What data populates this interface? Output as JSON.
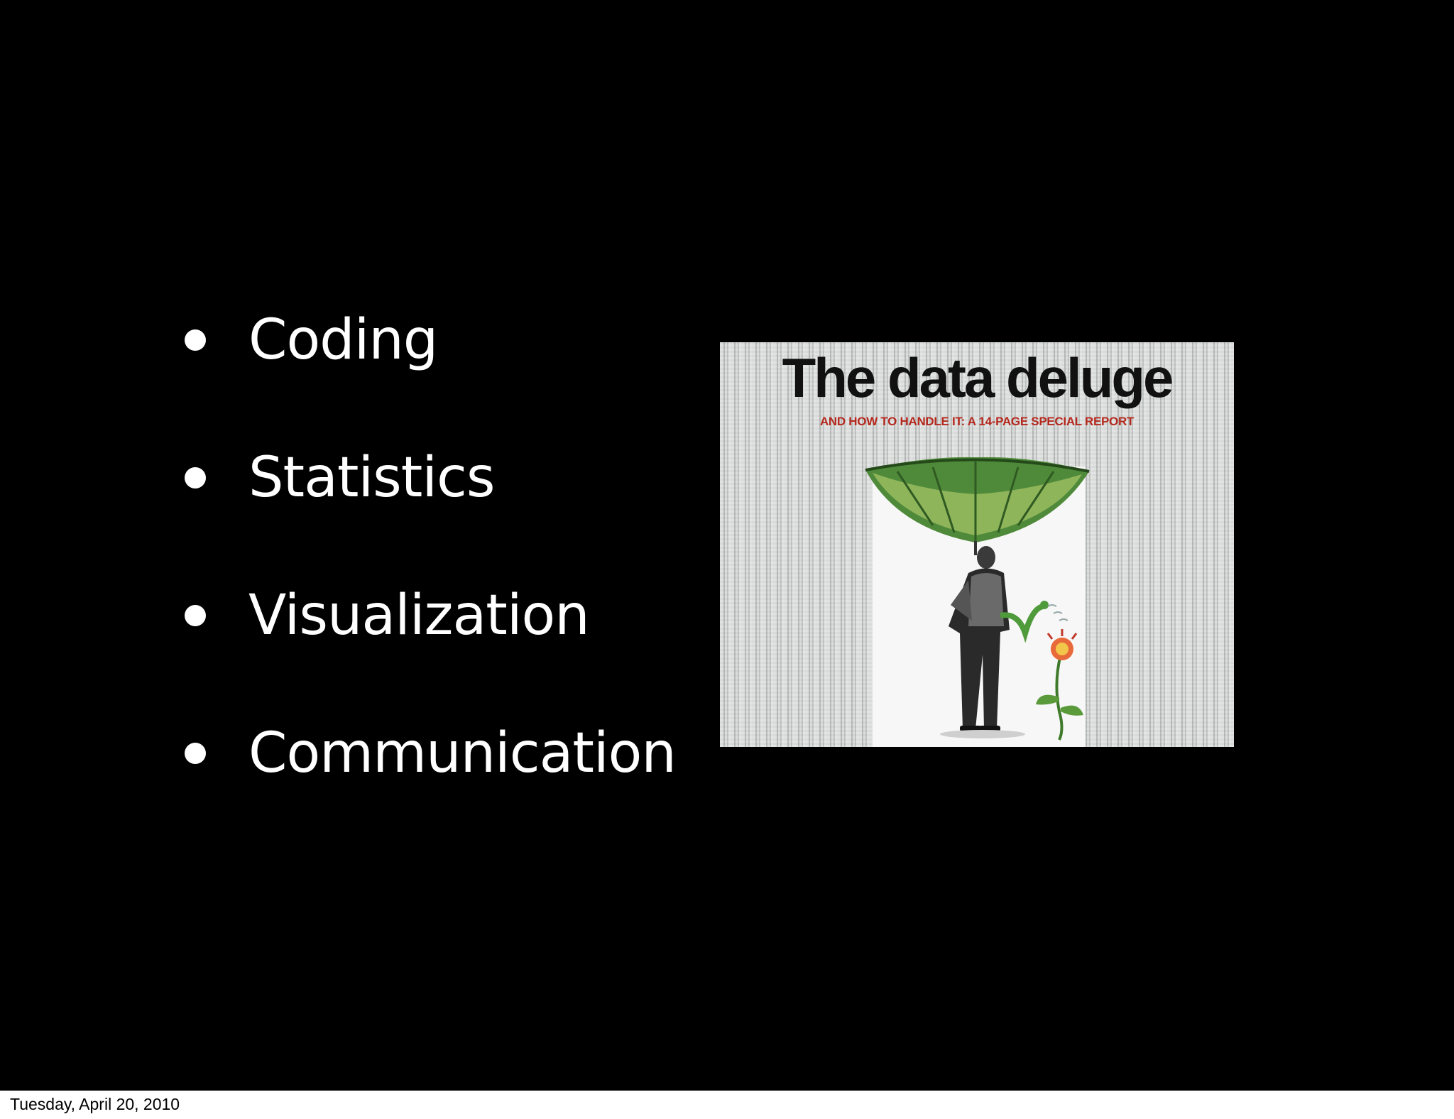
{
  "slide": {
    "background": "#000000",
    "bullets": [
      {
        "label": "Coding"
      },
      {
        "label": "Statistics"
      },
      {
        "label": "Visualization"
      },
      {
        "label": "Communication"
      }
    ],
    "image": {
      "title": "The data deluge",
      "subtitle": "AND HOW TO HANDLE IT: A 14-PAGE SPECIAL REPORT",
      "title_color": "#111111",
      "subtitle_color": "#b5281e"
    }
  },
  "footer": {
    "date": "Tuesday, April 20, 2010"
  }
}
